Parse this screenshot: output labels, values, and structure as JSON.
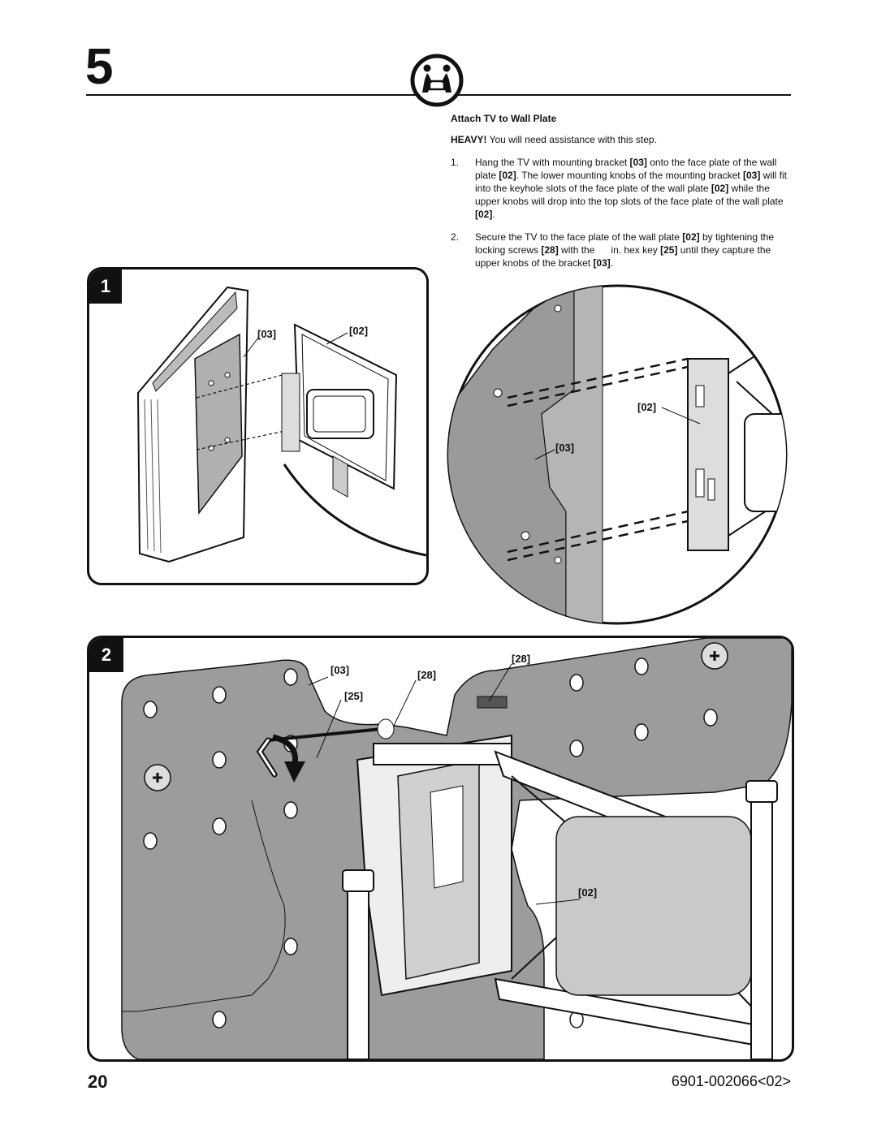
{
  "step": {
    "number": "5"
  },
  "icon": {
    "heavy": "two-person-lift-icon"
  },
  "instructions": {
    "title": "Attach TV to Wall Plate",
    "heavy_label": "HEAVY!",
    "heavy_text": "You will need assistance with this step.",
    "items": [
      {
        "num": "1.",
        "parts": [
          "Hang the TV with mounting bracket ",
          "[03]",
          " onto the face plate of the wall plate ",
          "[02]",
          ".  The lower mounting knobs of the mounting bracket ",
          "[03]",
          " will fit into the keyhole slots of the face plate of the wall plate ",
          "[02]",
          " while the upper knobs will drop into the top slots of the face plate of the wall plate ",
          "[02]",
          "."
        ]
      },
      {
        "num": "2.",
        "parts": [
          "Secure the TV to the face plate of the wall plate ",
          "[02]",
          " by tightening the locking screws ",
          "[28]",
          " with the      in. hex key ",
          "[25]",
          " until they capture the upper knobs of the bracket ",
          "[03]",
          "."
        ]
      }
    ]
  },
  "figure1": {
    "tag": "1",
    "callouts": {
      "bracket": "[03]",
      "wall_plate": "[02]"
    }
  },
  "zoom": {
    "callouts": {
      "wall_plate": "[02]",
      "bracket": "[03]"
    }
  },
  "figure2": {
    "tag": "2",
    "callouts": {
      "bracket": "[03]",
      "hex_key": "[25]",
      "screw_left": "[28]",
      "screw_right": "[28]",
      "wall_plate": "[02]"
    }
  },
  "footer": {
    "page_number": "20",
    "doc_code": "6901-002066<02>"
  }
}
